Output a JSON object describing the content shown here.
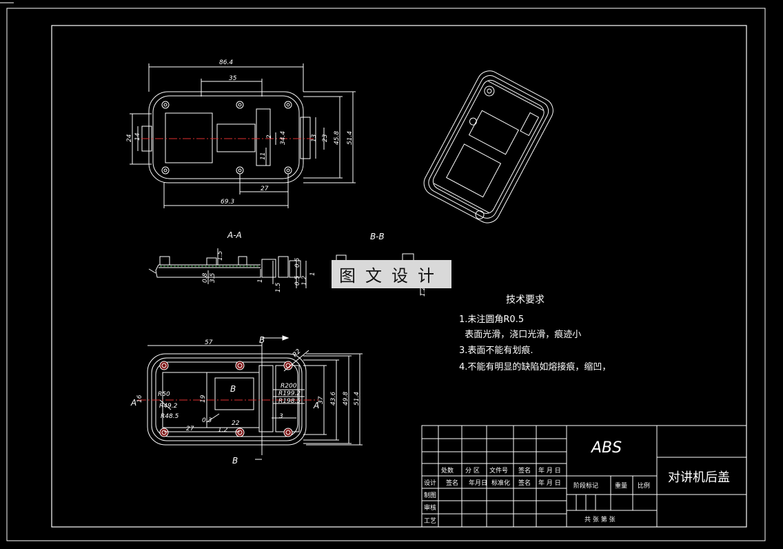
{
  "views": {
    "top": {
      "dims": [
        "86.4",
        "35",
        "24",
        "14",
        "2",
        "34.4",
        "11",
        "13",
        "23",
        "45.8",
        "51.4",
        "27",
        "69.3"
      ]
    },
    "section_aa": {
      "label": "A-A",
      "dims": [
        "1.5",
        "0.8",
        "3.5",
        "1",
        "1.5",
        "0.5",
        "1.2",
        "0.5",
        "1"
      ]
    },
    "section_bb": {
      "label": "B-B",
      "dims": [
        "1.2"
      ]
    },
    "bottom": {
      "dims": [
        "57",
        "R2",
        "R50",
        "R49.2",
        "R48.5",
        "16",
        "19",
        "R200",
        "R199.2",
        "R198.5",
        "B",
        "27",
        "0.3",
        "22",
        "1.2",
        "3",
        "37",
        "43.6",
        "49.8",
        "51.4"
      ],
      "section_marks": [
        "B",
        "B",
        "A",
        "A"
      ]
    }
  },
  "requirements": {
    "title": "技术要求",
    "items": [
      "1.未注圆角R0.5",
      "  表面光滑，浇口光滑，痕迹小",
      "3.表面不能有划痕.",
      "4.不能有明显的缺陷如熔接痕，缩凹，"
    ]
  },
  "watermark": "图文设计",
  "title_block": {
    "material": "ABS",
    "part_name": "对讲机后盖",
    "row_headers": [
      "处数",
      "分 区",
      "文件号",
      "签名",
      "年 月 日"
    ],
    "role_headers": [
      "设计",
      "签名",
      "年月日",
      "标准化",
      "签名",
      "年 月 日"
    ],
    "left_rows": [
      "制图",
      "审核",
      "工艺"
    ],
    "stage_headers": [
      "阶段标记",
      "重量",
      "比例"
    ],
    "sheet_count": "共   张 第   张"
  }
}
